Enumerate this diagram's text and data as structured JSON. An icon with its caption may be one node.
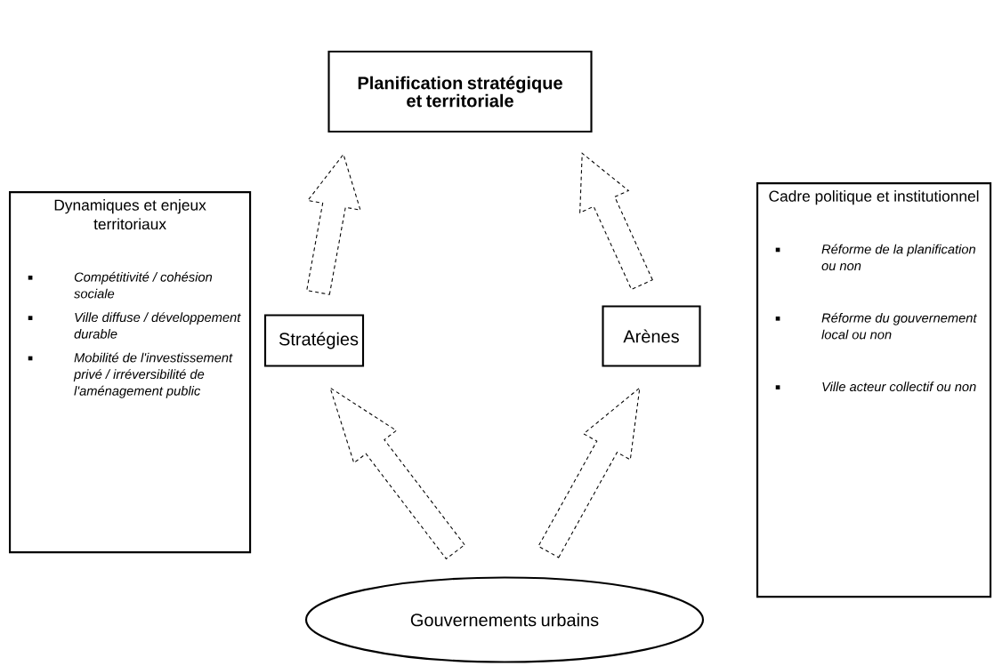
{
  "diagram": {
    "nodes": [
      {
        "text": [
          "Planification stratégique et territoriale"
        ]
      },
      {
        "text": [
          "Dynamiques et enjeux territoriaux",
          "Compétitivité / cohésion sociale",
          "Ville diffuse / développement durable",
          "Mobilité de l'investissement privé / irréversibilité de l'aménagement public"
        ]
      },
      {
        "text": [
          "Stratégies"
        ]
      },
      {
        "text": [
          "Arènes"
        ]
      },
      {
        "text": [
          "Cadre politique et institutionnel",
          "Réforme de la planification ou non",
          "Réforme du gouvernement local ou non",
          "Ville acteur collectif ou non"
        ]
      },
      {
        "text": [
          "Gouvernements urbains"
        ]
      }
    ],
    "edges": [
      {
        "from": 5,
        "to": 2,
        "arrow": "to",
        "style": "dashed"
      },
      {
        "from": 5,
        "to": 3,
        "arrow": "to",
        "style": "dashed"
      },
      {
        "from": 2,
        "to": 0,
        "arrow": "to",
        "style": "dashed"
      },
      {
        "from": 3,
        "to": 0,
        "arrow": "to",
        "style": "dashed"
      }
    ]
  }
}
